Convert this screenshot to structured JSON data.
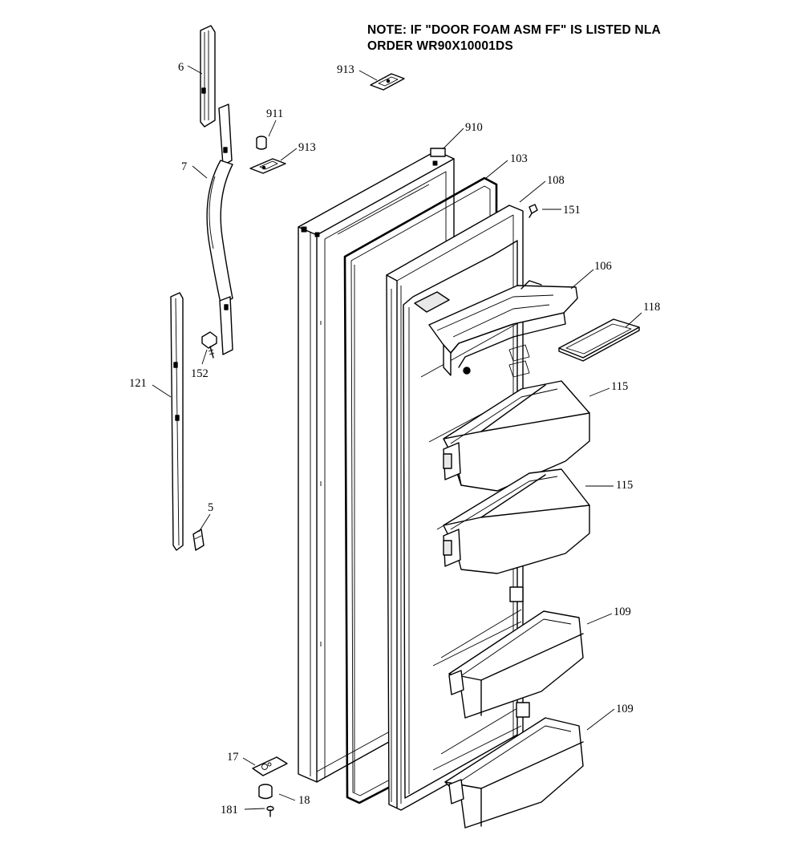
{
  "note": {
    "line1": "NOTE: IF \"DOOR FOAM ASM FF\" IS LISTED NLA",
    "line2": "ORDER WR90X10001DS"
  },
  "callouts": {
    "p6": "6",
    "p7": "7",
    "p121": "121",
    "p152": "152",
    "p5": "5",
    "p911": "911",
    "p913_top": "913",
    "p913_mid": "913",
    "p910": "910",
    "p103": "103",
    "p108": "108",
    "p151": "151",
    "p106": "106",
    "p118": "118",
    "p115_upper": "115",
    "p115_lower": "115",
    "p109_upper": "109",
    "p109_lower": "109",
    "p17": "17",
    "p18": "18",
    "p181": "181"
  }
}
